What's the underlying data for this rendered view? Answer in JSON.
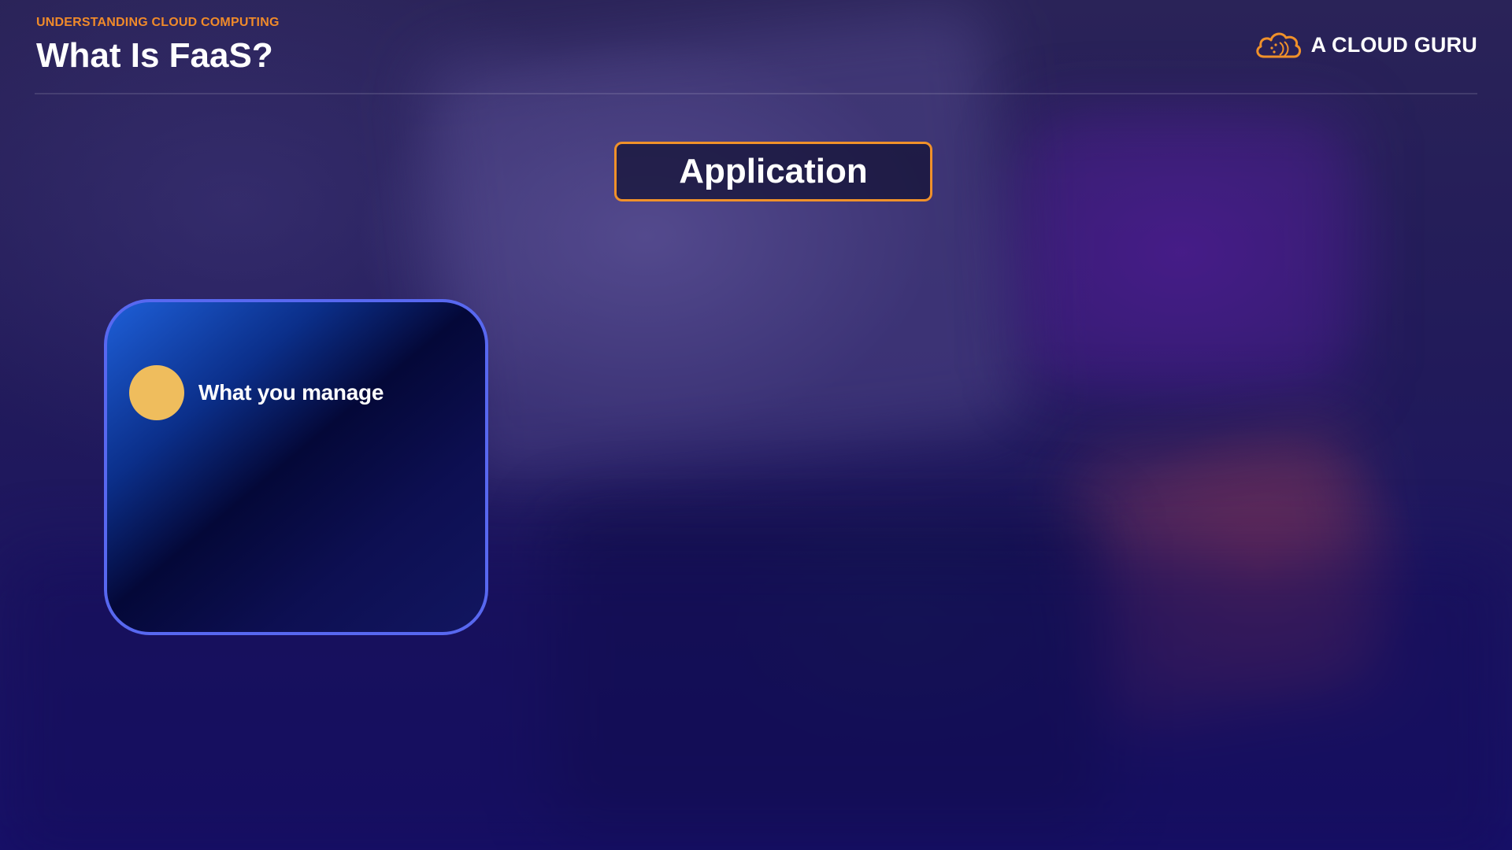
{
  "header": {
    "subtitle": "UNDERSTANDING CLOUD COMPUTING",
    "title": "What Is FaaS?"
  },
  "brand": {
    "name": "A CLOUD GURU",
    "icon": "cloud-icon",
    "accent_color": "#f0912a"
  },
  "diagram": {
    "application_label": "Application",
    "application_border_color": "#f0912a",
    "manage_card": {
      "label": "What you manage",
      "dot_color": "#efbd5d",
      "border_color": "#5868f0"
    }
  }
}
